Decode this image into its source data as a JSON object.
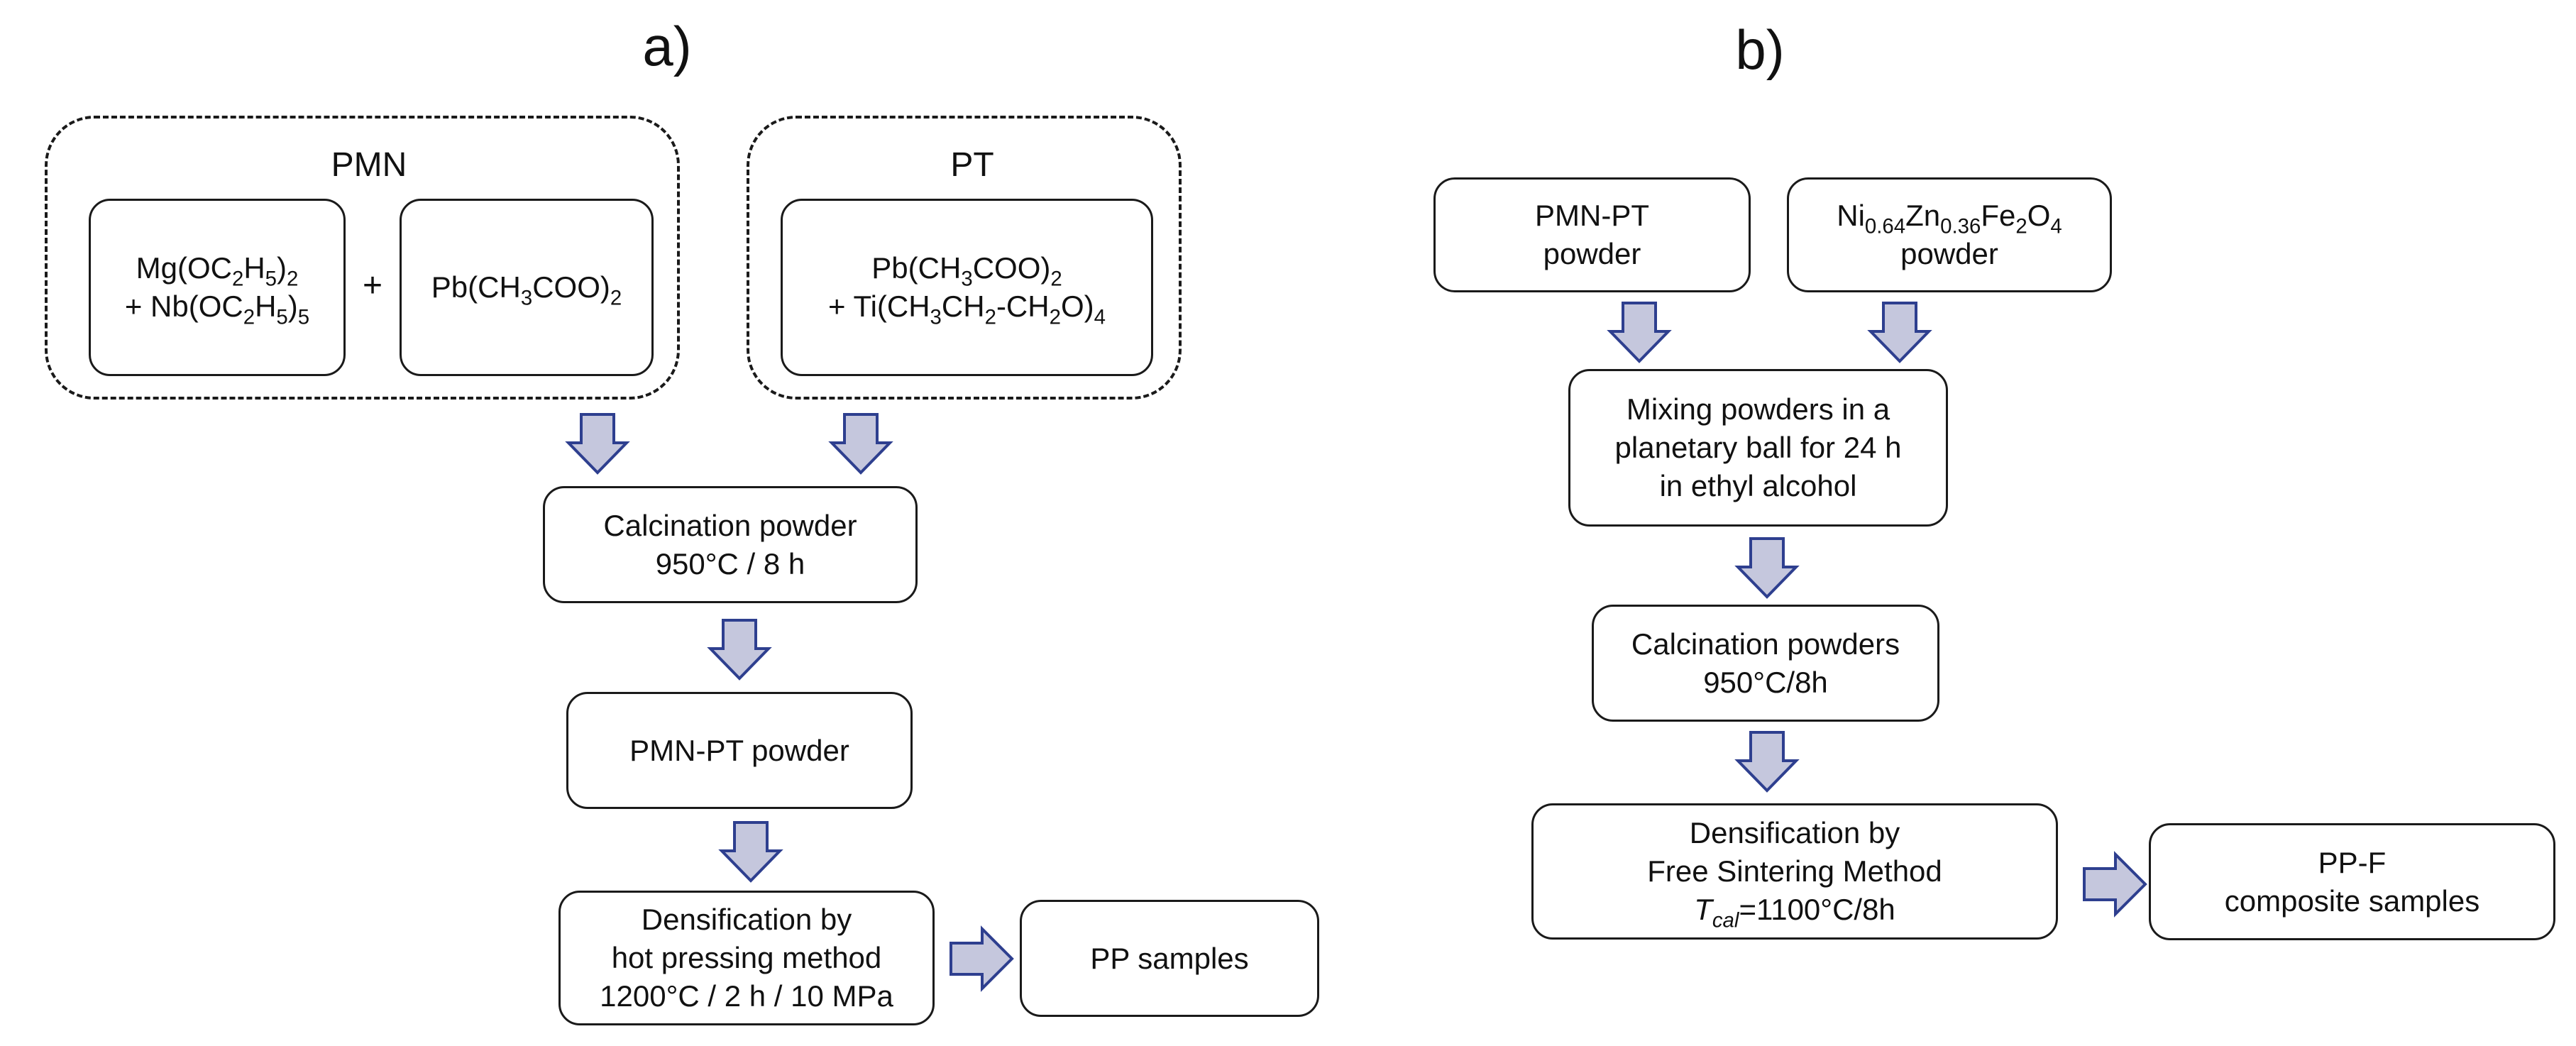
{
  "colors": {
    "arrow_fill": "#c5c7dd",
    "arrow_stroke": "#2e3f8f",
    "border": "#1a1a1a"
  },
  "panel_a": {
    "label": "a)",
    "pmn_group": {
      "title": "PMN",
      "box1": {
        "line1": {
          "t1": "Mg(OC",
          "s1": "2",
          "t2": "H",
          "s2": "5",
          "t3": ")",
          "s3": "2"
        },
        "line2": {
          "t1": "+ Nb(OC",
          "s1": "2",
          "t2": "H",
          "s2": "5",
          "t3": ")",
          "s3": "5"
        }
      },
      "plus": "+",
      "box2": {
        "t1": "Pb(CH",
        "s1": "3",
        "t2": "COO)",
        "s2": "2"
      }
    },
    "pt_group": {
      "title": "PT",
      "box": {
        "line1": {
          "t1": "Pb(CH",
          "s1": "3",
          "t2": "COO)",
          "s2": "2"
        },
        "line2": {
          "t1": "+ Ti(CH",
          "s1": "3",
          "t2": "CH",
          "s2": "2",
          "t3": "-CH",
          "s3": "2",
          "t4": "O)",
          "s4": "4"
        }
      }
    },
    "calcination": {
      "line1": "Calcination powder",
      "line2": "950°C / 8 h"
    },
    "powder": "PMN-PT powder",
    "densification": {
      "line1": "Densification by",
      "line2": "hot pressing method",
      "line3": "1200°C / 2 h / 10 MPa"
    },
    "samples": "PP samples"
  },
  "panel_b": {
    "label": "b)",
    "pmnpt_powder": {
      "line1": "PMN-PT",
      "line2": "powder"
    },
    "ferrite_powder": {
      "line1": {
        "t1": "Ni",
        "s1": "0.64",
        "t2": "Zn",
        "s2": "0.36",
        "t3": "Fe",
        "s3": "2",
        "t4": "O",
        "s4": "4"
      },
      "line2": "powder"
    },
    "mixing": {
      "line1": "Mixing powders in a",
      "line2": "planetary ball for 24 h",
      "line3": "in ethyl alcohol"
    },
    "calcination": {
      "line1": "Calcination powders",
      "line2": "950°C/8h"
    },
    "densification": {
      "line1": "Densification by",
      "line2": "Free Sintering Method",
      "t_symbol": "T",
      "t_sub": "cal",
      "t_value": "=1100°C/8h"
    },
    "samples": {
      "line1": "PP-F",
      "line2": "composite samples"
    }
  }
}
